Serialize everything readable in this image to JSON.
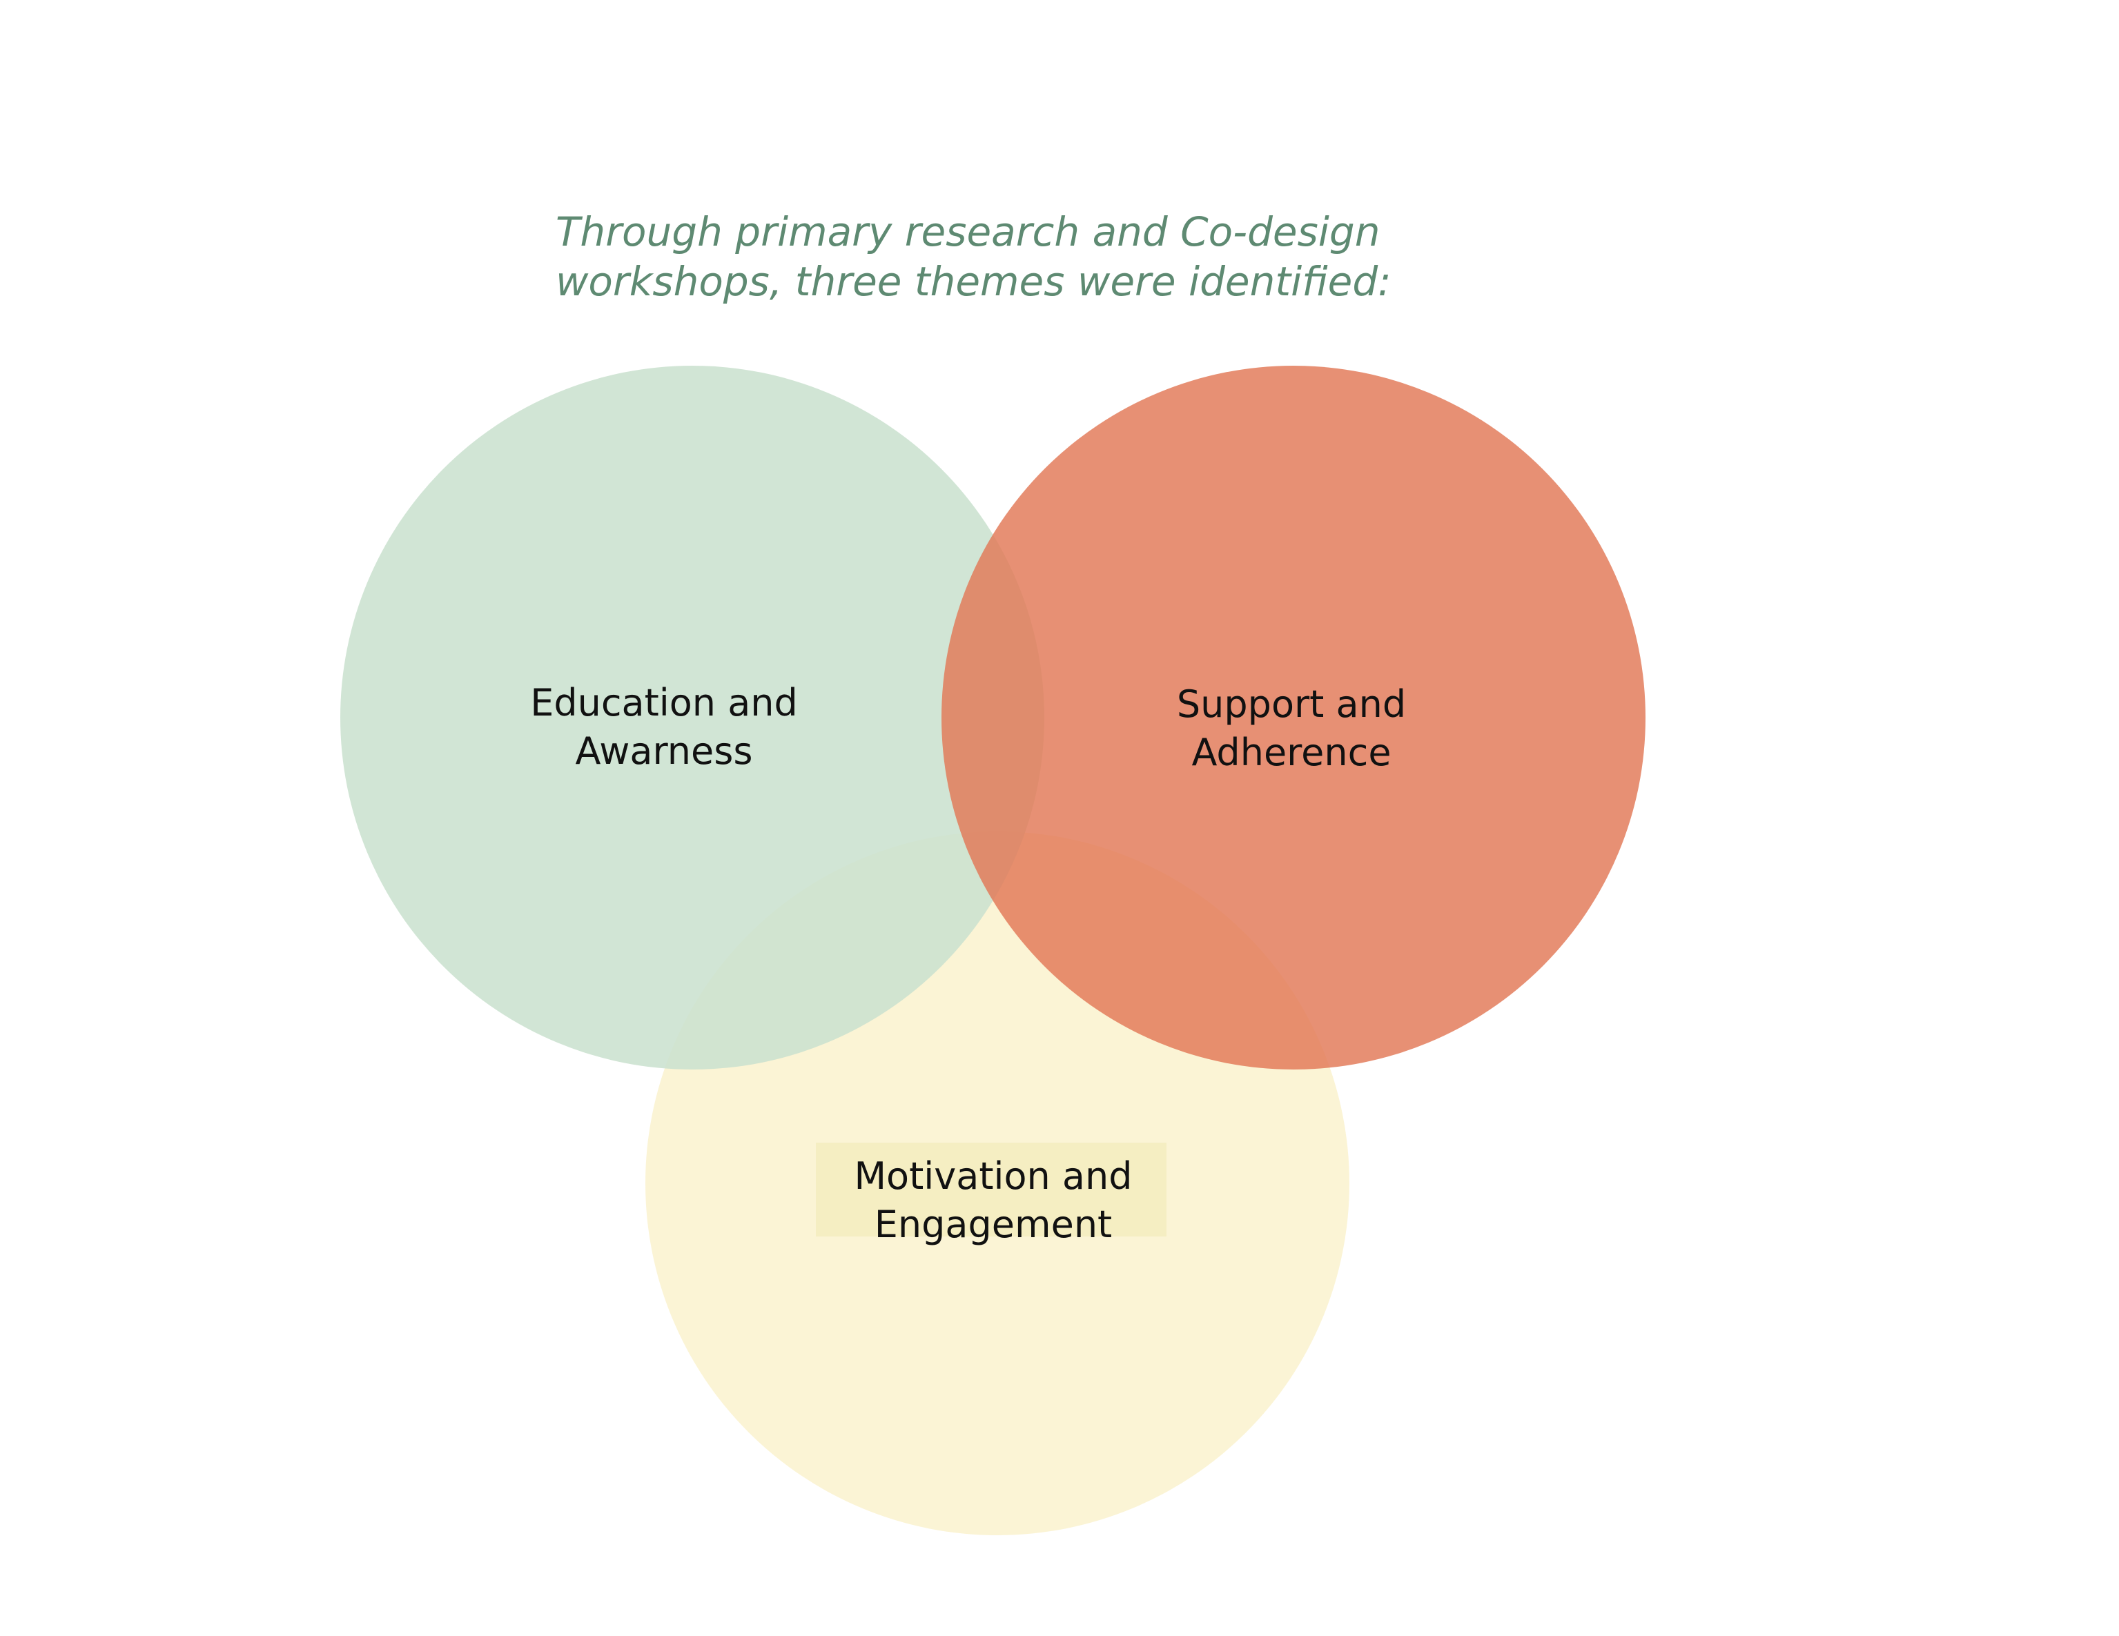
{
  "intro": {
    "line1": "Through primary research and Co-design",
    "line2": "workshops, three themes were identified:",
    "color": "#5e8a72"
  },
  "themes": [
    {
      "id": "education",
      "line1": "Education and",
      "line2": "Awarness",
      "color": "#cbe1cf"
    },
    {
      "id": "support",
      "line1": "Support and",
      "line2": "Adherence",
      "color": "#e27755"
    },
    {
      "id": "motivation",
      "line1": "Motivation and",
      "line2": "Engagement",
      "color": "#fbf3d3"
    }
  ]
}
